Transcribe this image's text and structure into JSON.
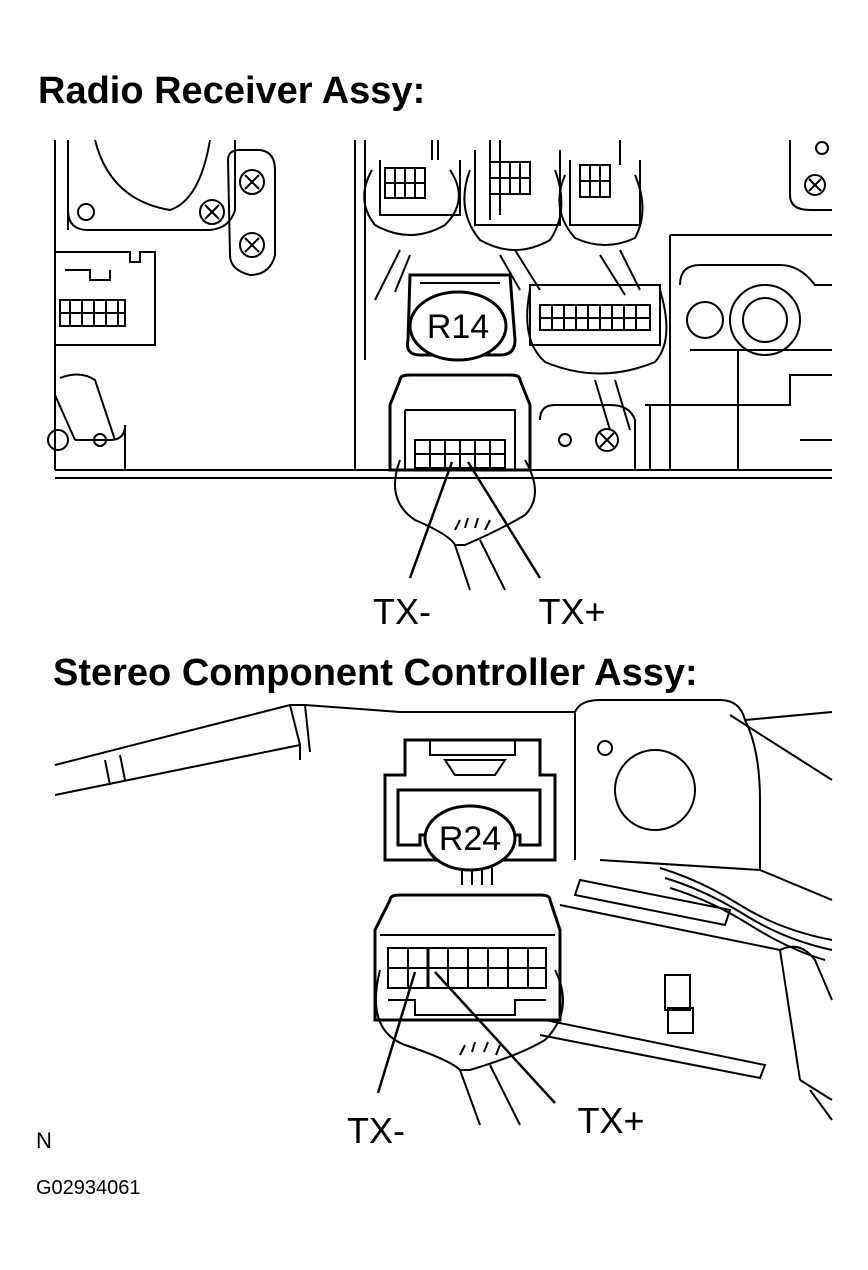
{
  "sections": [
    {
      "title": "Radio Receiver Assy:",
      "connector": "R14",
      "pin_labels": {
        "negative": "TX-",
        "positive": "TX+"
      }
    },
    {
      "title": "Stereo Component Controller Assy:",
      "connector": "R24",
      "pin_labels": {
        "negative": "TX-",
        "positive": "TX+"
      }
    }
  ],
  "footer": {
    "note": "N",
    "figure_code": "G02934061"
  }
}
